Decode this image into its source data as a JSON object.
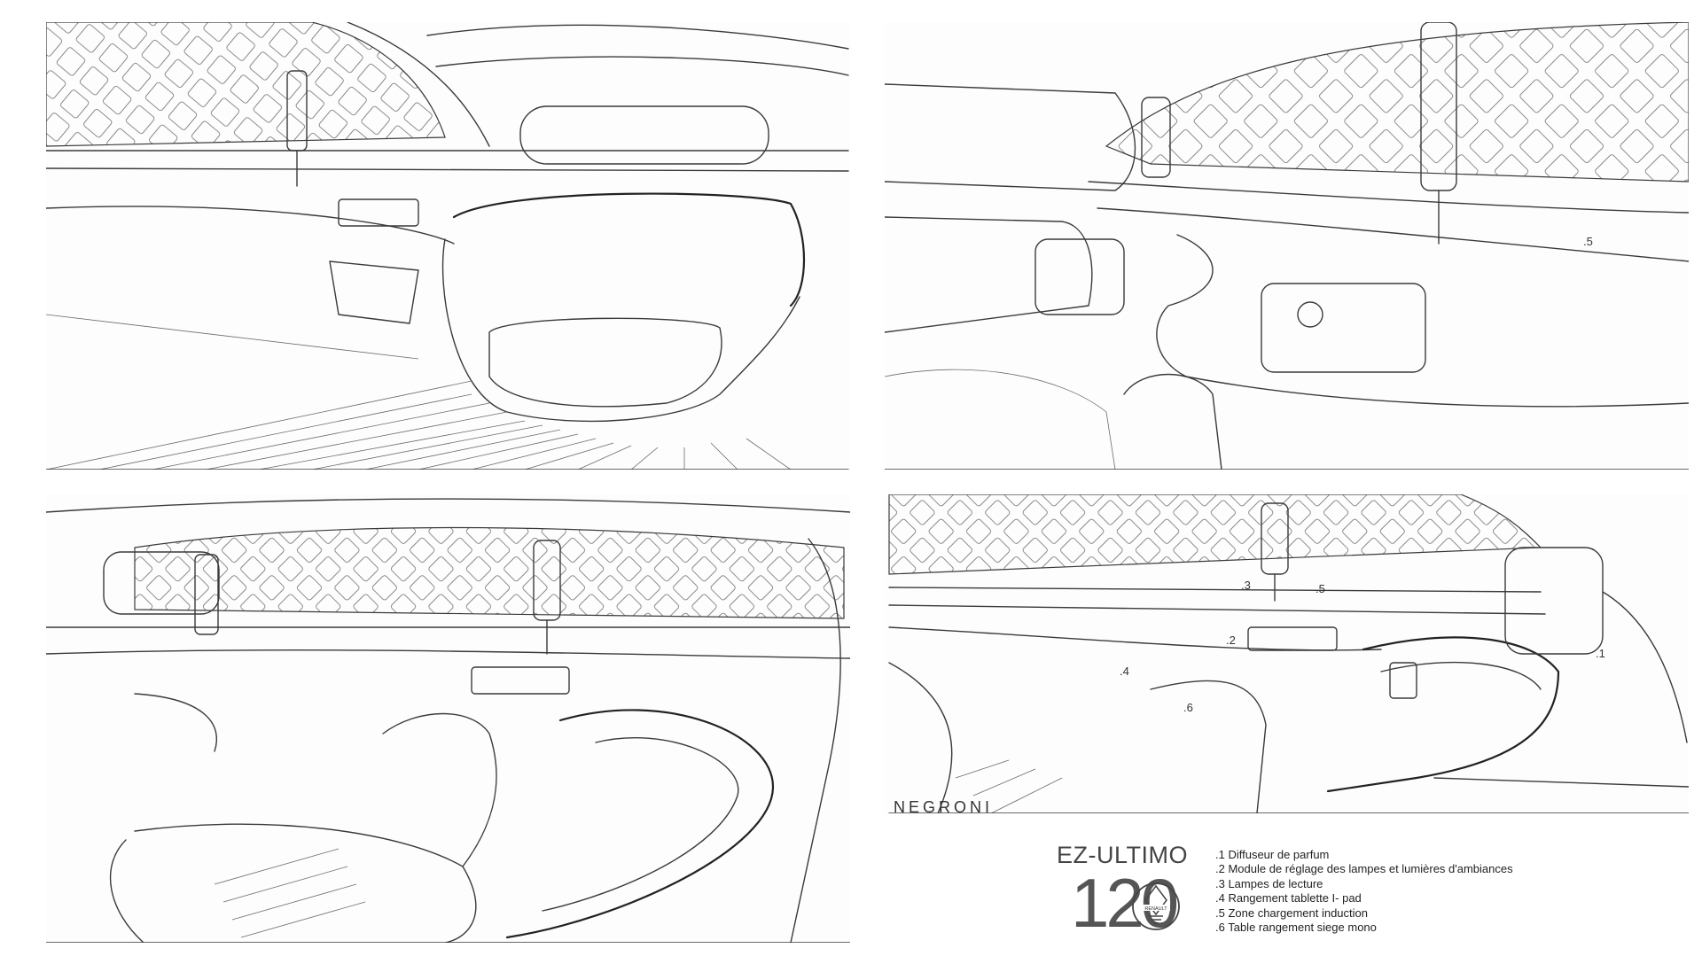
{
  "brand": {
    "title": "EZ-ULTIMO",
    "number": "120",
    "logo_name": "RENAULT"
  },
  "signature": "NEGRONI",
  "legend": [
    ".1 Diffuseur de parfum",
    ".2 Module de réglage des lampes et lumières d'ambiances",
    ".3 Lampes de lecture",
    ".4 Rangement tablette I- pad",
    ".5 Zone chargement induction",
    ".6 Table rangement siege mono"
  ],
  "panels": {
    "top_right": {
      "callouts": [
        ".5"
      ]
    },
    "bottom_right": {
      "callouts": [
        ".1",
        ".2",
        ".3",
        ".4",
        ".5",
        ".6"
      ]
    }
  },
  "colors": {
    "line": "#3a3a3a",
    "paper": "#ffffff"
  }
}
